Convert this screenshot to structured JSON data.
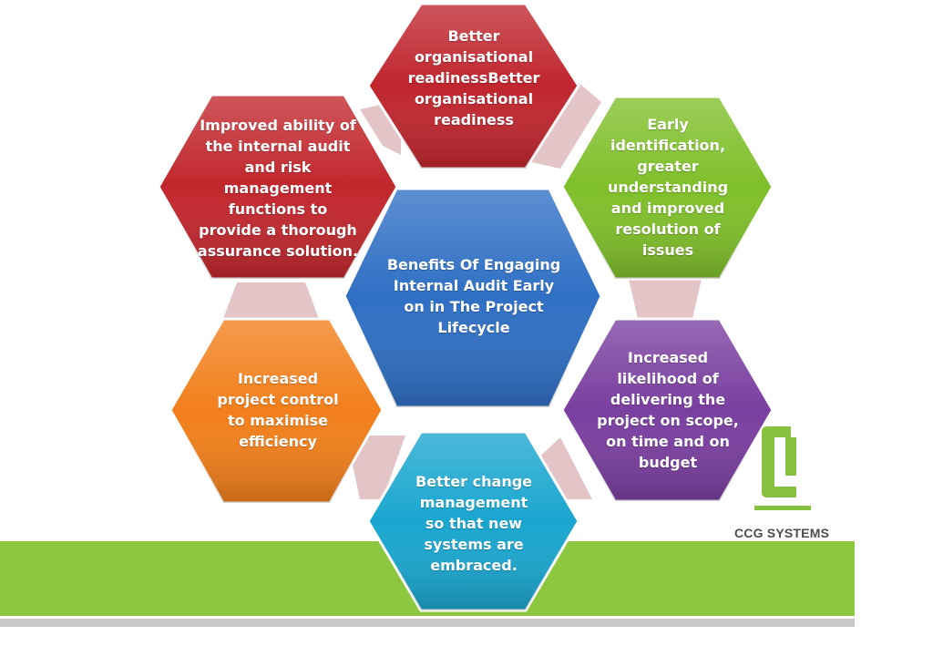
{
  "diagram": {
    "center": {
      "text": "Benefits Of Engaging Internal Audit Early on in The Project Lifecycle",
      "color": "#2f6fc4"
    },
    "nodes": [
      {
        "id": "top",
        "text": "Better organisational readinessBetter organisational readiness",
        "color": "#c0262e"
      },
      {
        "id": "upper-right",
        "text": "Early identification, greater understanding and improved resolution of issues",
        "color": "#7fbf2a"
      },
      {
        "id": "lower-right",
        "text": "Increased likelihood of delivering the project on scope, on time and on budget",
        "color": "#7a3fa0"
      },
      {
        "id": "bottom",
        "text": "Better change management so that new systems are embraced.",
        "color": "#1aa6cf"
      },
      {
        "id": "lower-left",
        "text": "Increased project control to maximise efficiency",
        "color": "#f27f1b"
      },
      {
        "id": "upper-left",
        "text": "Improved ability of the internal audit and risk management functions to provide a thorough assurance solution.",
        "color": "#c1272d"
      }
    ]
  },
  "logo": {
    "text": "CCG SYSTEMS",
    "mark_color": "#86c23f"
  },
  "colors": {
    "green_band": "#8dc63f",
    "grey_band": "#c8c8c8",
    "connector": "#d9b2b6"
  }
}
